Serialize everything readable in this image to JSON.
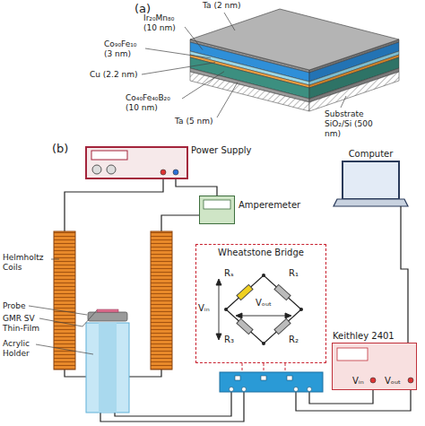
{
  "diagram": {
    "nodes": [
      {
        "text": [
          "Power Supply"
        ]
      },
      {
        "text": [
          "Amperemeter"
        ]
      },
      {
        "text": [
          "Computer"
        ]
      },
      {
        "text": [
          "Wheatstone Bridge"
        ]
      },
      {
        "text": [
          "Keithley 2401",
          "Vᵢₙ",
          "Vₒᵤₜ"
        ]
      }
    ],
    "edges": [
      {
        "from": 0,
        "to": 1,
        "arrow": "none"
      },
      {
        "from": 2,
        "to": 4,
        "arrow": "none"
      }
    ],
    "labels": [
      "(a)",
      "Ta (2 nm)",
      "Ir₂₀Mn₈₀ (10 nm)",
      "Co₉₀Fe₁₀ (3 nm)",
      "Cu (2.2 nm)",
      "Co₄₀Fe₄₀B₂₀ (10 nm)",
      "Ta (5 nm)",
      "Substrate SiO₂/Si (500 nm)",
      "(b)",
      "Helmholtz Coils",
      "Probe",
      "GMR SV Thin-Film",
      "Acrylic Holder",
      "Rₛ",
      "R₁",
      "R₃",
      "R₂",
      "Vᵢₙ",
      "Vₒᵤₜ"
    ]
  }
}
